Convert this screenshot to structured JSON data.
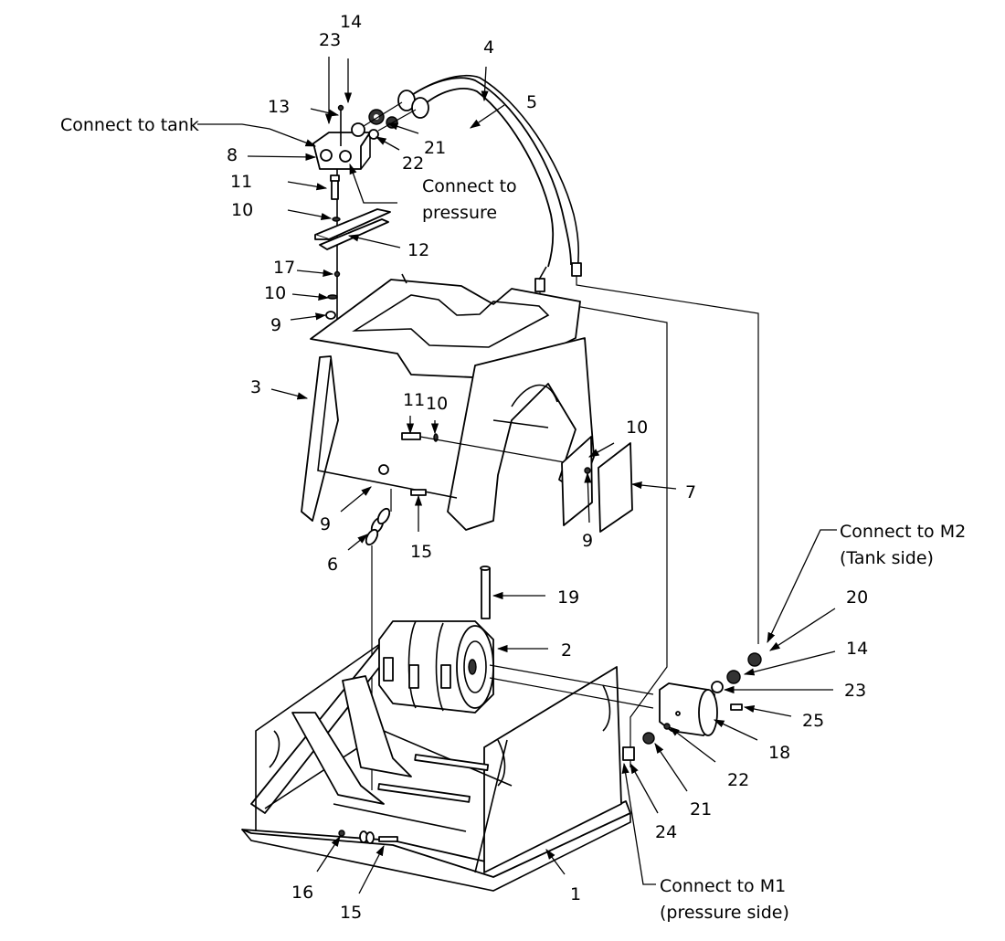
{
  "diagram": {
    "type": "exploded-assembly-drawing",
    "background": "#ffffff",
    "line_color": "#000000",
    "callouts": [
      {
        "id": "c14a",
        "label": "14"
      },
      {
        "id": "c23a",
        "label": "23"
      },
      {
        "id": "c4",
        "label": "4"
      },
      {
        "id": "c5",
        "label": "5"
      },
      {
        "id": "c13",
        "label": "13"
      },
      {
        "id": "c21a",
        "label": "21"
      },
      {
        "id": "c22a",
        "label": "22"
      },
      {
        "id": "c8",
        "label": "8"
      },
      {
        "id": "c11a",
        "label": "11"
      },
      {
        "id": "c10a",
        "label": "10"
      },
      {
        "id": "c12",
        "label": "12"
      },
      {
        "id": "c17",
        "label": "17"
      },
      {
        "id": "c10b",
        "label": "10"
      },
      {
        "id": "c9a",
        "label": "9"
      },
      {
        "id": "c3",
        "label": "3"
      },
      {
        "id": "c11b",
        "label": "11"
      },
      {
        "id": "c10c",
        "label": "10"
      },
      {
        "id": "c10d",
        "label": "10"
      },
      {
        "id": "c7",
        "label": "7"
      },
      {
        "id": "c9b",
        "label": "9"
      },
      {
        "id": "c9c",
        "label": "9"
      },
      {
        "id": "c6",
        "label": "6"
      },
      {
        "id": "c15a",
        "label": "15"
      },
      {
        "id": "c19",
        "label": "19"
      },
      {
        "id": "c2",
        "label": "2"
      },
      {
        "id": "c20",
        "label": "20"
      },
      {
        "id": "c14b",
        "label": "14"
      },
      {
        "id": "c23b",
        "label": "23"
      },
      {
        "id": "c25",
        "label": "25"
      },
      {
        "id": "c18",
        "label": "18"
      },
      {
        "id": "c22b",
        "label": "22"
      },
      {
        "id": "c21b",
        "label": "21"
      },
      {
        "id": "c24",
        "label": "24"
      },
      {
        "id": "c16",
        "label": "16"
      },
      {
        "id": "c15b",
        "label": "15"
      },
      {
        "id": "c1",
        "label": "1"
      }
    ],
    "notes": {
      "tank": "Connect to tank",
      "pressure_1": "Connect to",
      "pressure_2": "pressure",
      "m2_1": "Connect to M2",
      "m2_2": "(Tank side)",
      "m1_1": "Connect to M1",
      "m1_2": "(pressure side)"
    }
  }
}
